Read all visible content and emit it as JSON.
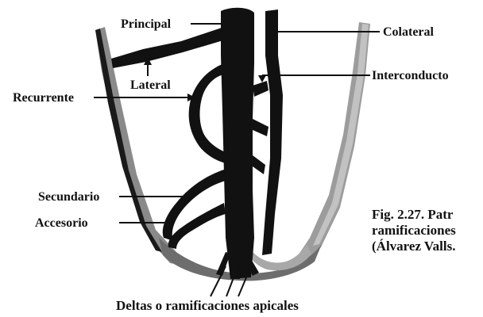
{
  "figure": {
    "labels": {
      "principal": "Principal",
      "colateral": "Colateral",
      "lateral": "Lateral",
      "interconducto": "Interconducto",
      "recurrente": "Recurrente",
      "secundario": "Secundario",
      "accesorio": "Accesorio",
      "deltas": "Deltas o ramificaciones apicales"
    },
    "caption": {
      "line1": "Fig. 2.27. Patr",
      "line2": "ramificaciones",
      "line3": "(Álvarez Valls."
    },
    "colors": {
      "canal": "#111111",
      "root_wall": "#8f8f8f",
      "root_wall_light": "#b4b4b4",
      "background": "#ffffff"
    }
  }
}
